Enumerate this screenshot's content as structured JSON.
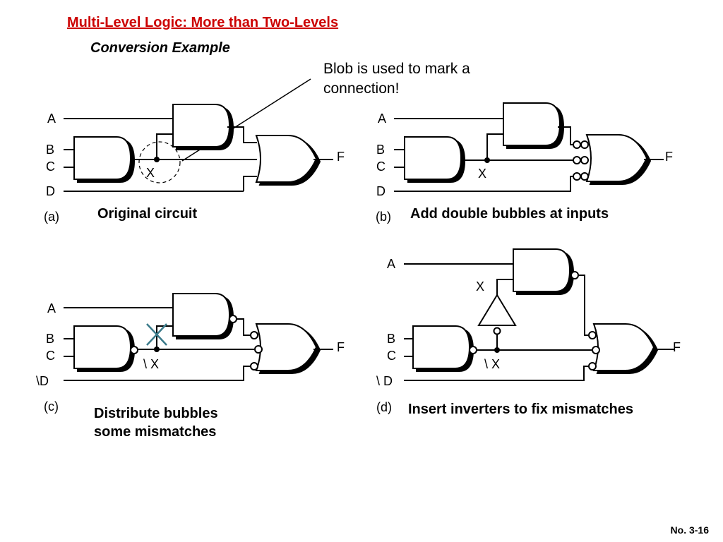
{
  "slide": {
    "title": "Multi-Level Logic: More than Two-Levels",
    "subtitle": "Conversion Example",
    "annotation": "Blob is used to mark a connection!",
    "page_number": "No. 3-16"
  },
  "panels": {
    "a": {
      "tag": "(a)",
      "caption": "Original circuit",
      "inputs": [
        "A",
        "B",
        "C",
        "D"
      ],
      "node": "X",
      "output": "F"
    },
    "b": {
      "tag": "(b)",
      "caption": "Add double bubbles at inputs",
      "inputs": [
        "A",
        "B",
        "C",
        "D"
      ],
      "node": "X",
      "output": "F"
    },
    "c": {
      "tag": "(c)",
      "caption_line1": "Distribute bubbles",
      "caption_line2": "some mismatches",
      "inputs": [
        "A",
        "B",
        "C",
        "\\D"
      ],
      "node": "\\ X",
      "output": "F"
    },
    "d": {
      "tag": "(d)",
      "caption": "Insert inverters to fix mismatches",
      "inputs": [
        "A",
        "B",
        "C",
        "\\ D"
      ],
      "node_top": "X",
      "node": "\\ X",
      "output": "F"
    }
  },
  "colors": {
    "title": "#cc0000",
    "mismatch_mark": "#3a7a8a"
  }
}
